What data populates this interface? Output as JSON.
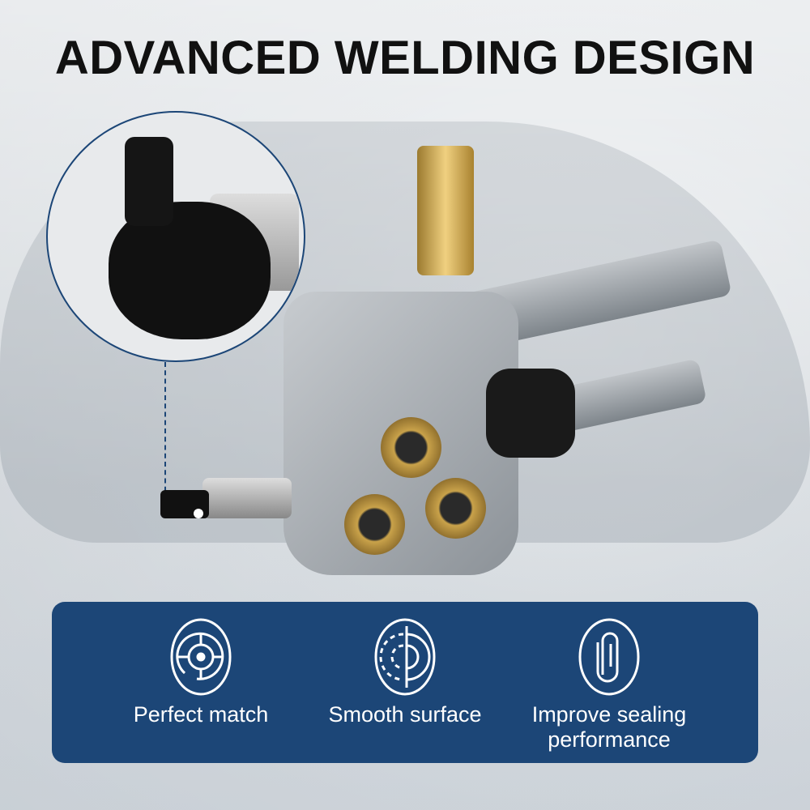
{
  "title": "ADVANCED WELDING DESIGN",
  "features": [
    {
      "icon": "target-icon",
      "label": "Perfect match"
    },
    {
      "icon": "surface-icon",
      "label": "Smooth surface"
    },
    {
      "icon": "paperclip-icon",
      "label": "Improve sealing performance"
    }
  ],
  "colors": {
    "panel": "#1c4677",
    "text": "#111111"
  }
}
